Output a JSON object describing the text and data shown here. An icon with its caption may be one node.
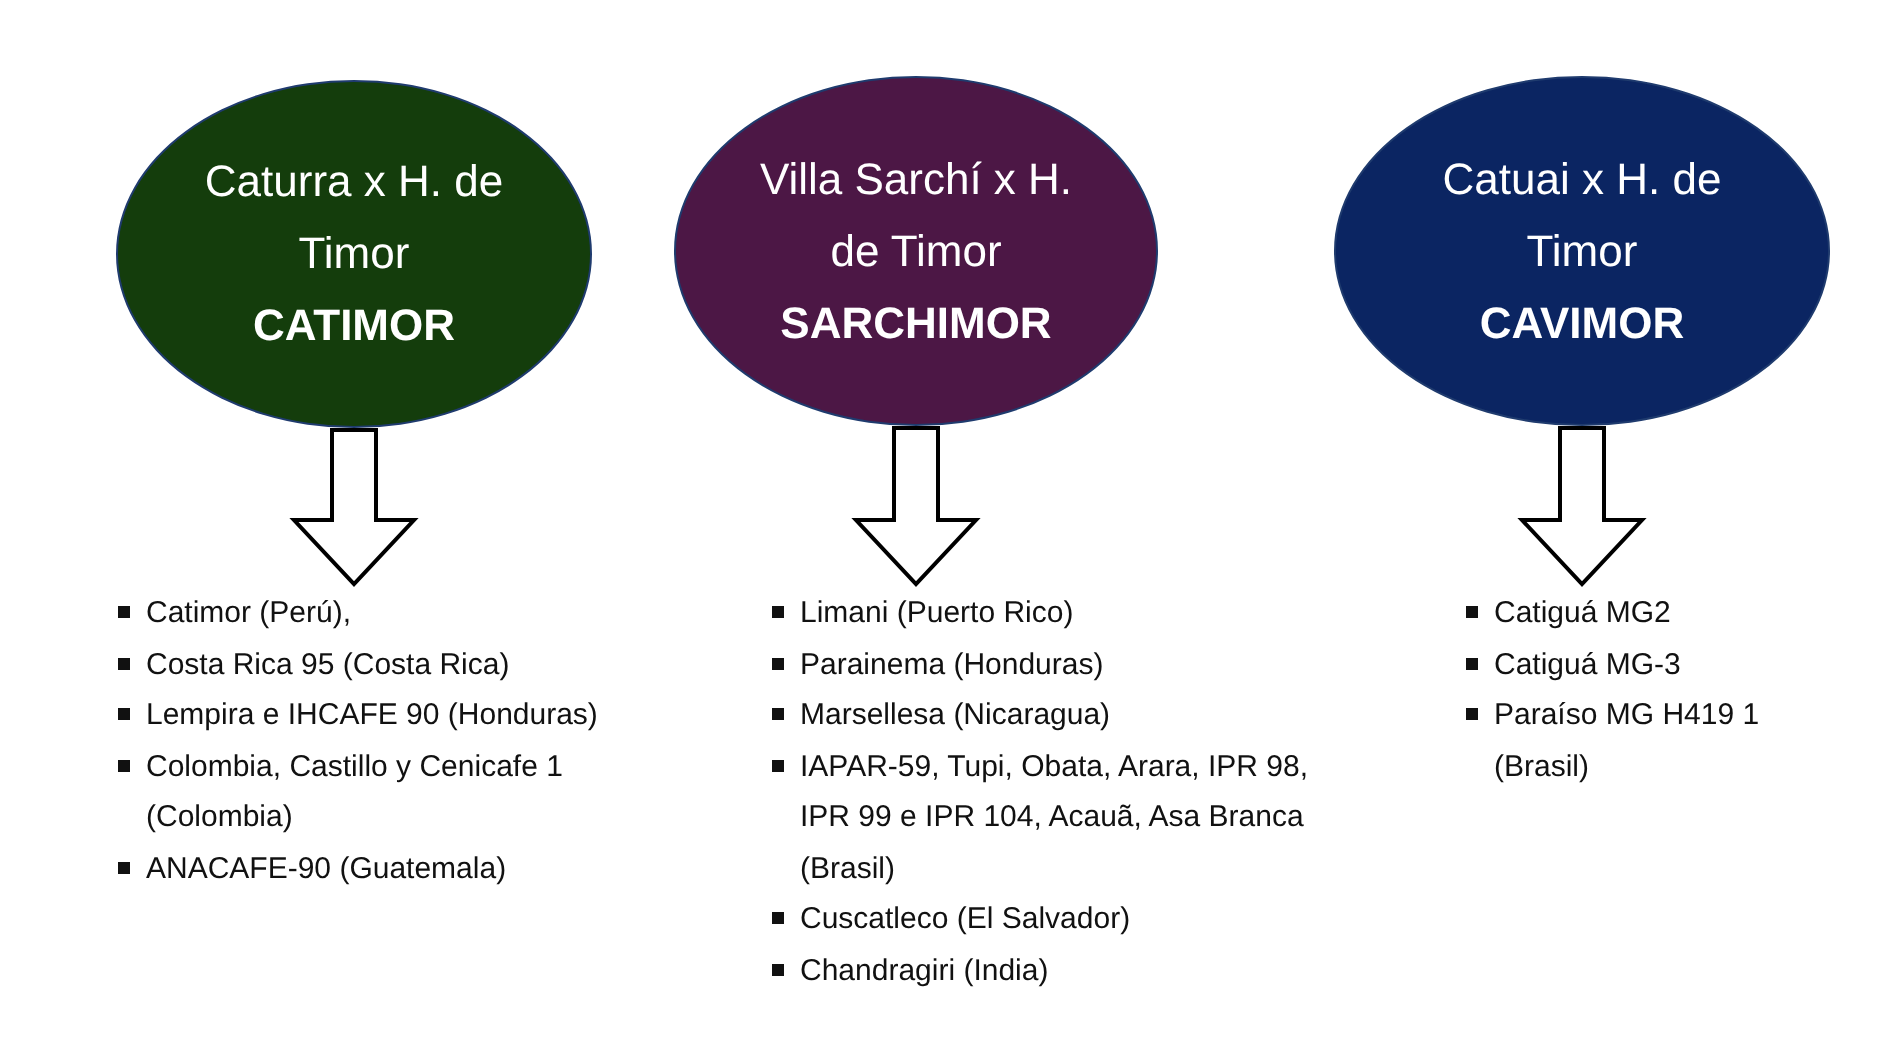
{
  "diagram": {
    "nodes": [
      {
        "text": [
          "Caturra x H. de Timor",
          "CATIMOR"
        ]
      },
      {
        "text": [
          "Villa Sarchí x H. de Timor",
          "SARCHIMOR"
        ]
      },
      {
        "text": [
          "Catuai x H. de Timor",
          "CAVIMOR"
        ]
      },
      {
        "text": [
          "Catimor (Perú),",
          "Costa Rica 95 (Costa Rica)",
          "Lempira e IHCAFE 90 (Honduras)",
          "Colombia, Castillo y Cenicafe 1 (Colombia)",
          "ANACAFE-90 (Guatemala)"
        ]
      },
      {
        "text": [
          "Limani (Puerto Rico)",
          "Parainema (Honduras)",
          "Marsellesa (Nicaragua)",
          "IAPAR-59, Tupi, Obata, Arara, IPR 98, IPR 99 e IPR 104, Acauã, Asa Branca (Brasil)",
          "Cuscatleco (El Salvador)",
          "Chandragiri (India)"
        ]
      },
      {
        "text": [
          "Catiguá MG2",
          "Catiguá MG-3",
          "Paraíso MG H419 1 (Brasil)"
        ]
      }
    ],
    "edges": [
      {
        "from": 0,
        "to": 3,
        "arrow": "to"
      },
      {
        "from": 1,
        "to": 4,
        "arrow": "to"
      },
      {
        "from": 2,
        "to": 5,
        "arrow": "to"
      }
    ]
  }
}
